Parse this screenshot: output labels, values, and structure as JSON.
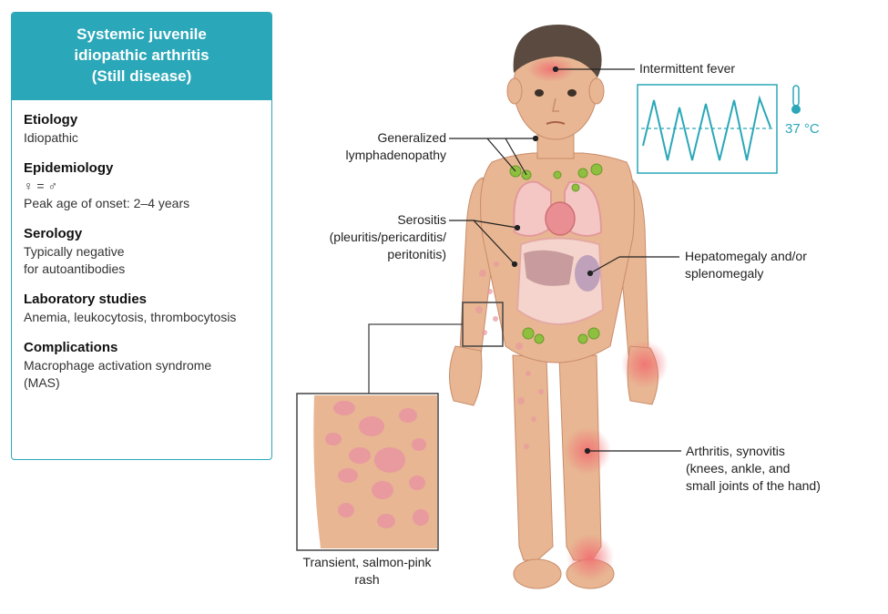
{
  "card": {
    "title_lines": [
      "Systemic juvenile",
      "idiopathic arthritis",
      "(Still disease)"
    ],
    "sections": [
      {
        "title": "Etiology",
        "lines": [
          "Idiopathic"
        ]
      },
      {
        "title": "Epidemiology",
        "lines": [
          "♀ = ♂",
          "Peak age of onset: 2–4 years"
        ]
      },
      {
        "title": "Serology",
        "lines": [
          "Typically negative",
          "for autoantibodies"
        ]
      },
      {
        "title": "Laboratory studies",
        "lines": [
          "Anemia, leukocytosis, thrombocytosis"
        ]
      },
      {
        "title": "Complications",
        "lines": [
          "Macrophage activation syndrome",
          "(MAS)"
        ]
      }
    ]
  },
  "labels": {
    "fever": "Intermittent fever",
    "temperature": "37 °C",
    "lymph_1": "Generalized",
    "lymph_2": "lymphadenopathy",
    "serositis_1": "Serositis",
    "serositis_2": "(pleuritis/pericarditis/",
    "serositis_3": "peritonitis)",
    "hepato_1": "Hepatomegaly and/or",
    "hepato_2": "splenomegaly",
    "arthritis_1": "Arthritis, synovitis",
    "arthritis_2": "(knees, ankle, and",
    "arthritis_3": "small joints of the hand)",
    "rash_1": "Transient, salmon-pink",
    "rash_2": "rash"
  },
  "colors": {
    "teal": "#2aa7b8",
    "skin": "#e8b693",
    "skin_shadow": "#d9a07c",
    "hair": "#5a4a3f",
    "rash": "#e89a9e",
    "inflammation": "#f2888a",
    "lymph": "#8fbf3f"
  }
}
